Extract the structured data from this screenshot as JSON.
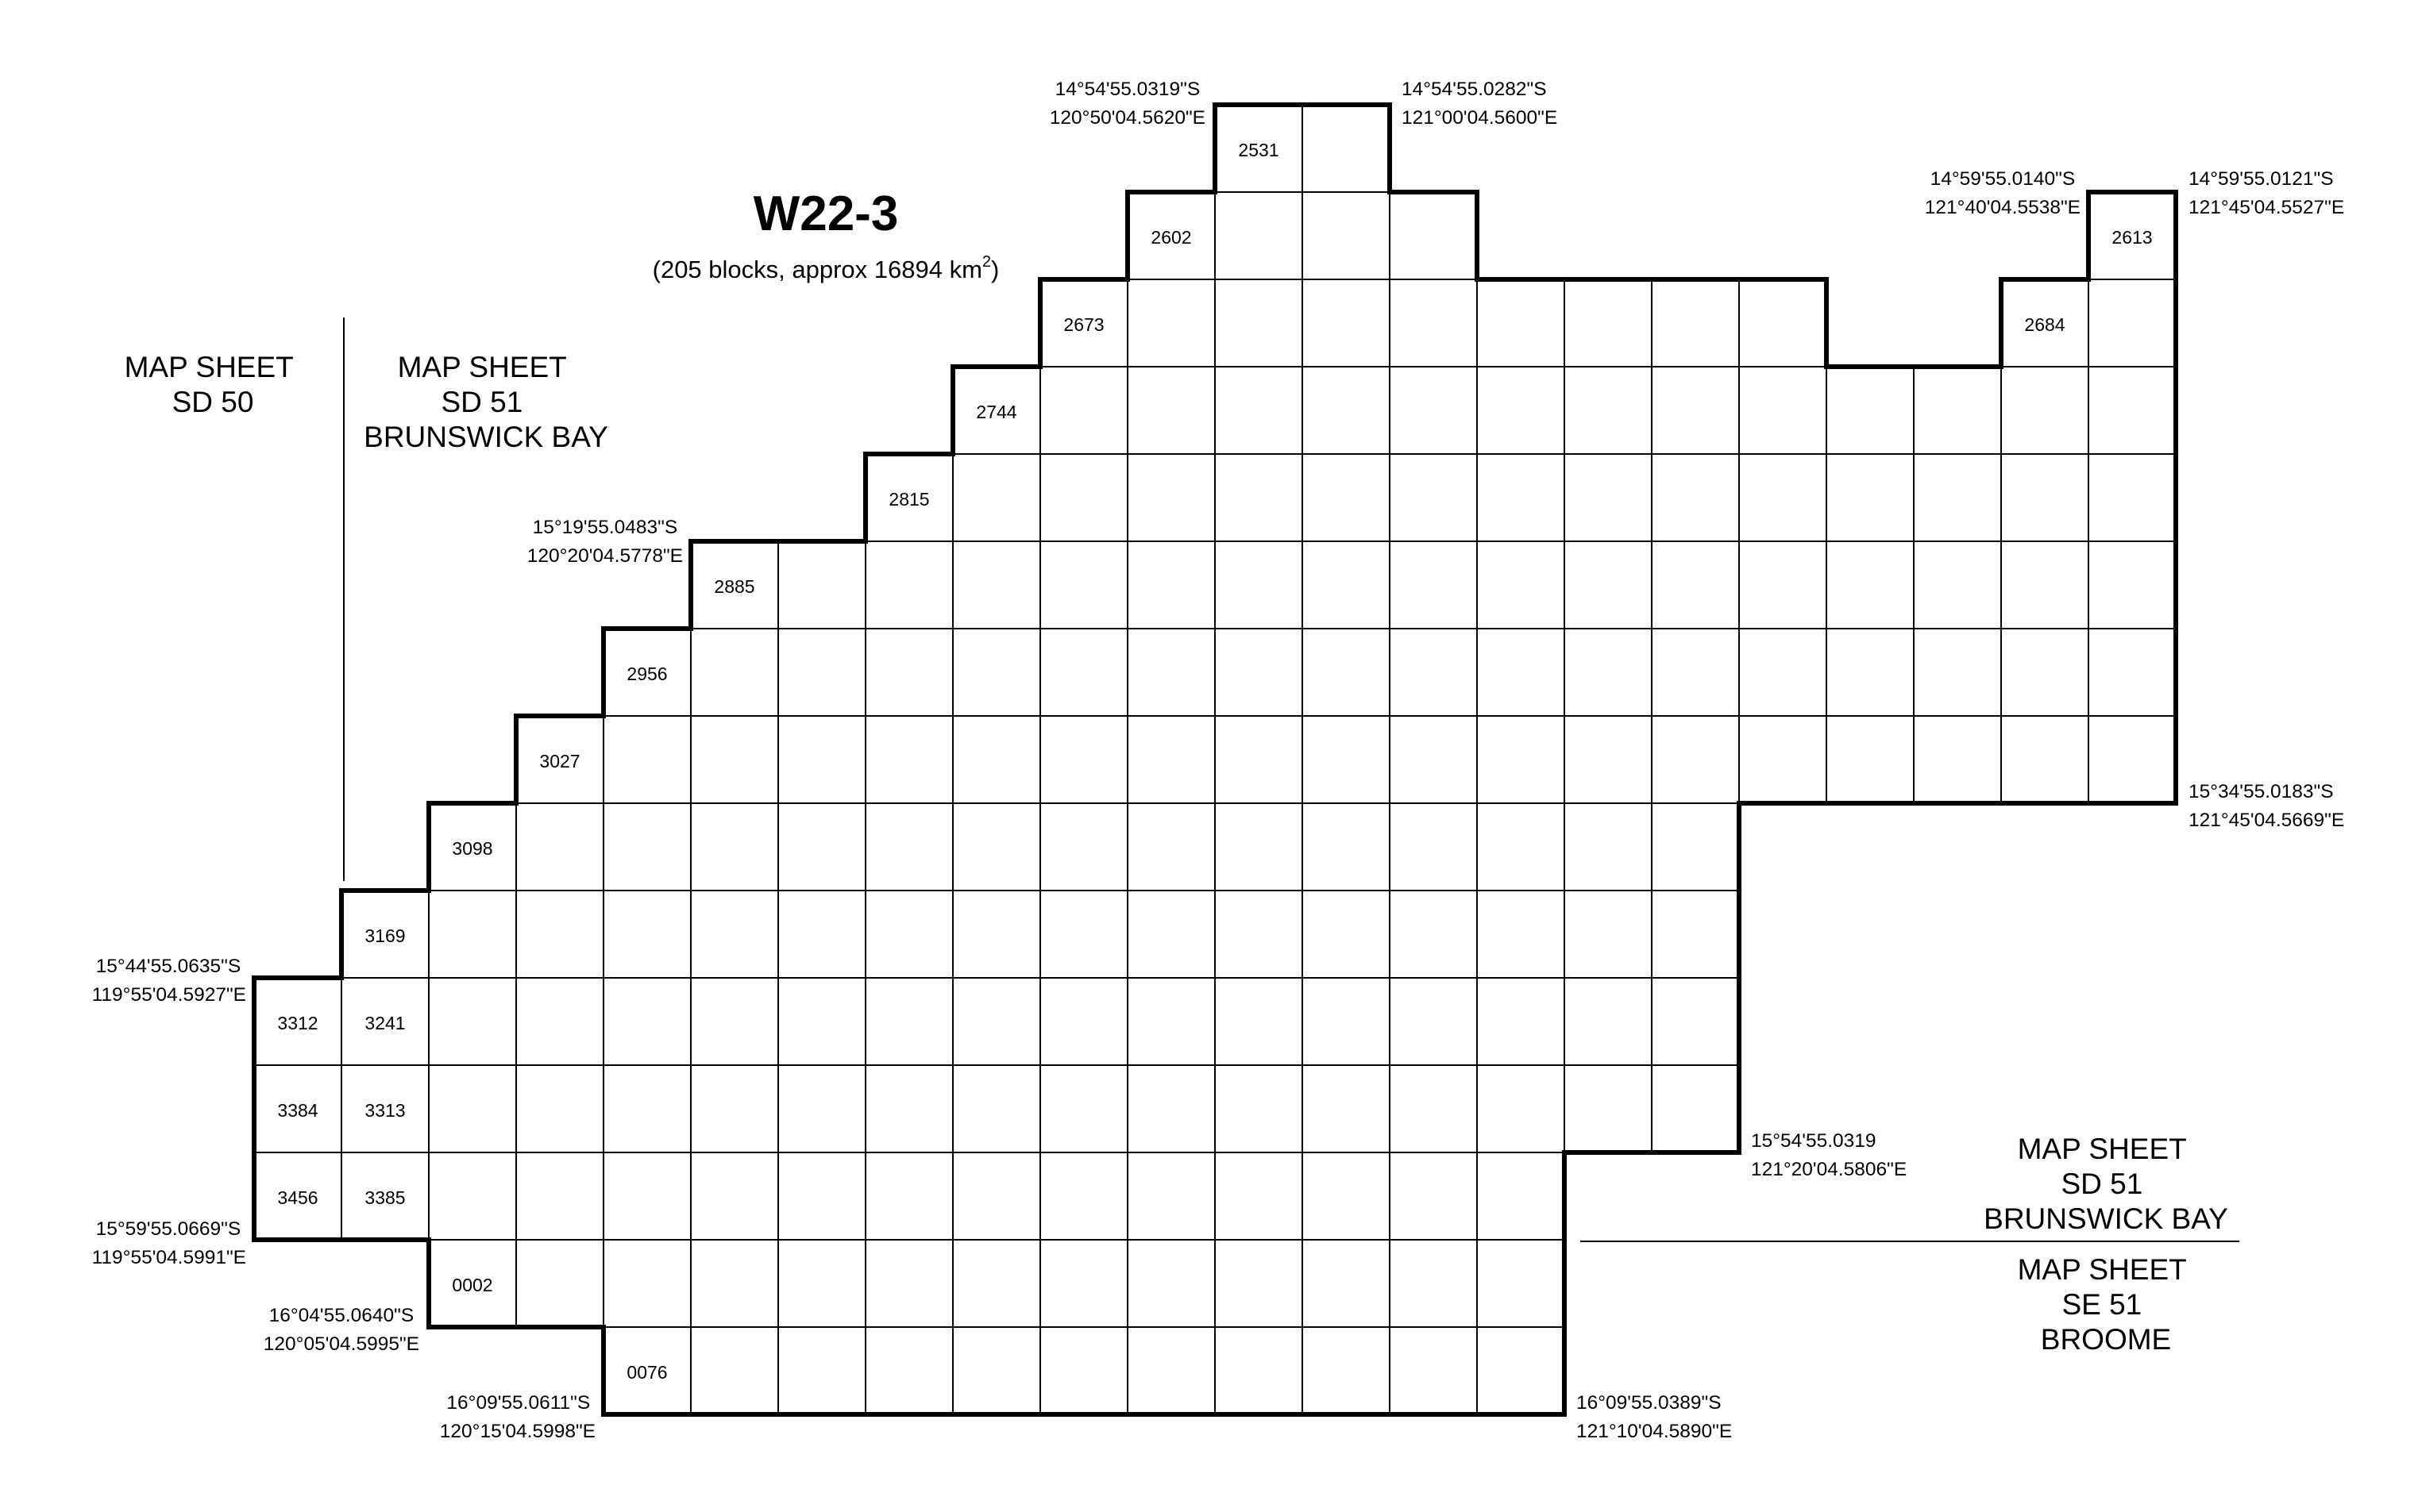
{
  "title": "W22-3",
  "subtitle": {
    "text": "(205 blocks, approx 16894 km",
    "sup": "2",
    "close": ")"
  },
  "map_sheets": {
    "sd50": [
      "MAP SHEET",
      "SD 50"
    ],
    "sd51_upper": [
      "MAP SHEET",
      "SD 51",
      "BRUNSWICK BAY"
    ],
    "sd51_lower": [
      "MAP SHEET",
      "SD 51",
      "BRUNSWICK BAY"
    ],
    "se51": [
      "MAP SHEET",
      "SE 51",
      "BROOME"
    ]
  },
  "coordinates": {
    "top_left_step": [
      "14°54'55.0319\"S",
      "120°50'04.5620\"E"
    ],
    "top_right_step": [
      "14°54'55.0282\"S",
      "121°00'04.5600\"E"
    ],
    "east_top_left": [
      "14°59'55.0140\"S",
      "121°40'04.5538\"E"
    ],
    "east_top_right": [
      "14°59'55.0121\"S",
      "121°45'04.5527\"E"
    ],
    "west_step": [
      "15°19'55.0483\"S",
      "120°20'04.5778\"E"
    ],
    "east_lower": [
      "15°34'55.0183\"S",
      "121°45'04.5669\"E"
    ],
    "west_top": [
      "15°44'55.0635\"S",
      "119°55'04.5927\"E"
    ],
    "southeast_step": [
      "15°54'55.0319",
      "121°20'04.5806\"E"
    ],
    "west_bottom": [
      "15°59'55.0669\"S",
      "119°55'04.5991\"E"
    ],
    "south_step_1": [
      "16°04'55.0640\"S",
      "120°05'04.5995\"E"
    ],
    "south_left": [
      "16°09'55.0611\"S",
      "120°15'04.5998\"E"
    ],
    "south_right": [
      "16°09'55.0389\"S",
      "121°10'04.5890\"E"
    ]
  },
  "block_labels": {
    "b2531": "2531",
    "b2602": "2602",
    "b2613": "2613",
    "b2673": "2673",
    "b2684": "2684",
    "b2744": "2744",
    "b2815": "2815",
    "b2885": "2885",
    "b2956": "2956",
    "b3027": "3027",
    "b3098": "3098",
    "b3169": "3169",
    "b3312": "3312",
    "b3241": "3241",
    "b3384": "3384",
    "b3313": "3313",
    "b3456": "3456",
    "b3385": "3385",
    "b0002": "0002",
    "b0076": "0076"
  }
}
